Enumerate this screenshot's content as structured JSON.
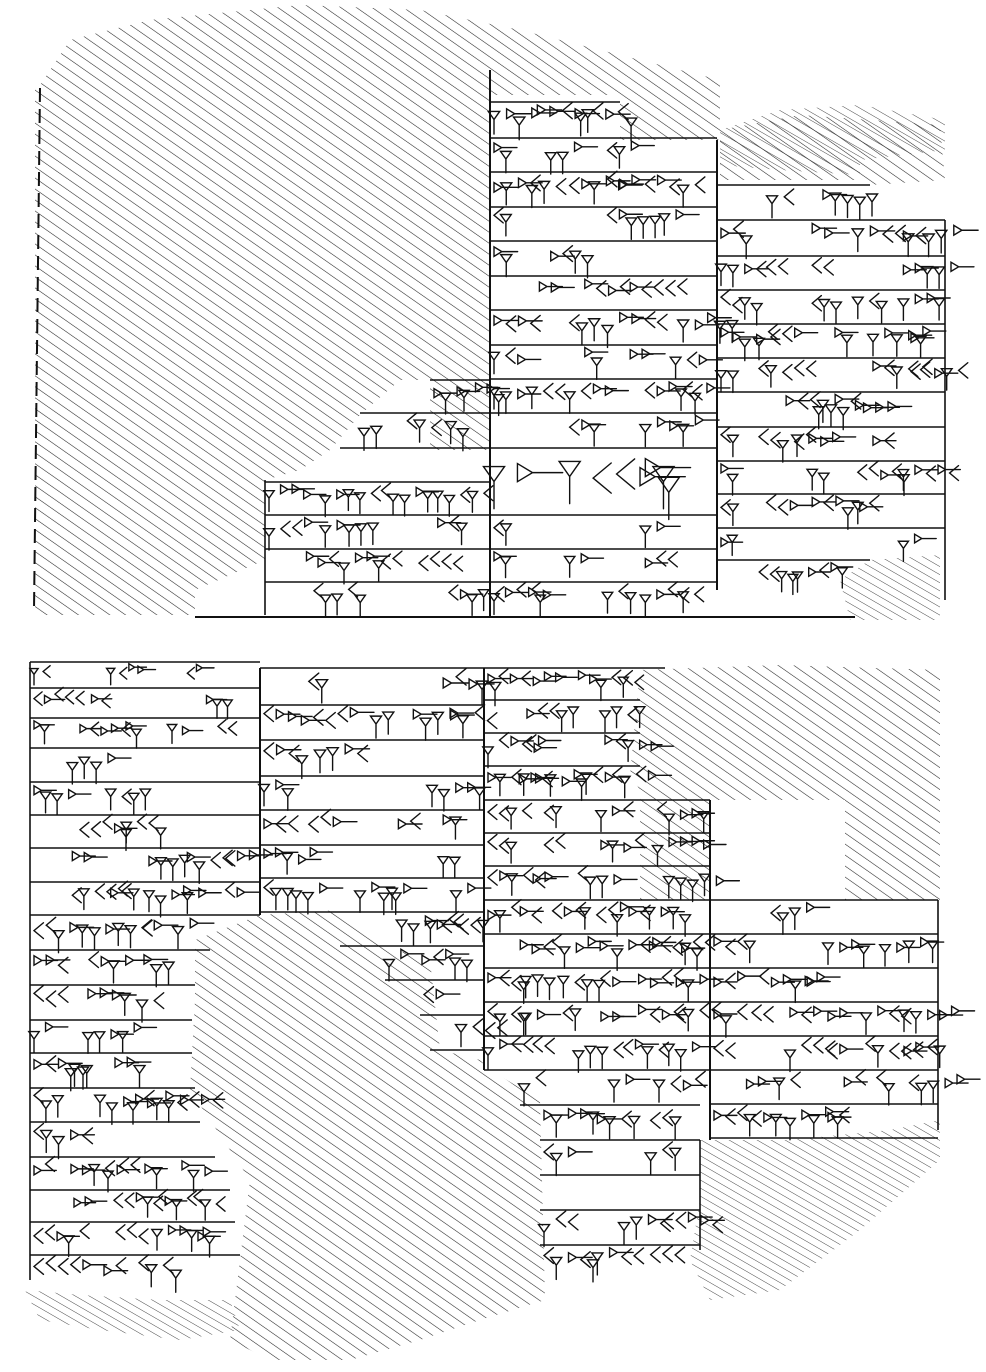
{
  "figure": {
    "kind": "cuneiform tablet hand-copy",
    "ink_color": "#111111",
    "paper_color": "#ffffff",
    "sides": [
      {
        "name": "upper",
        "columns": 3
      },
      {
        "name": "lower",
        "columns": 4
      }
    ]
  }
}
